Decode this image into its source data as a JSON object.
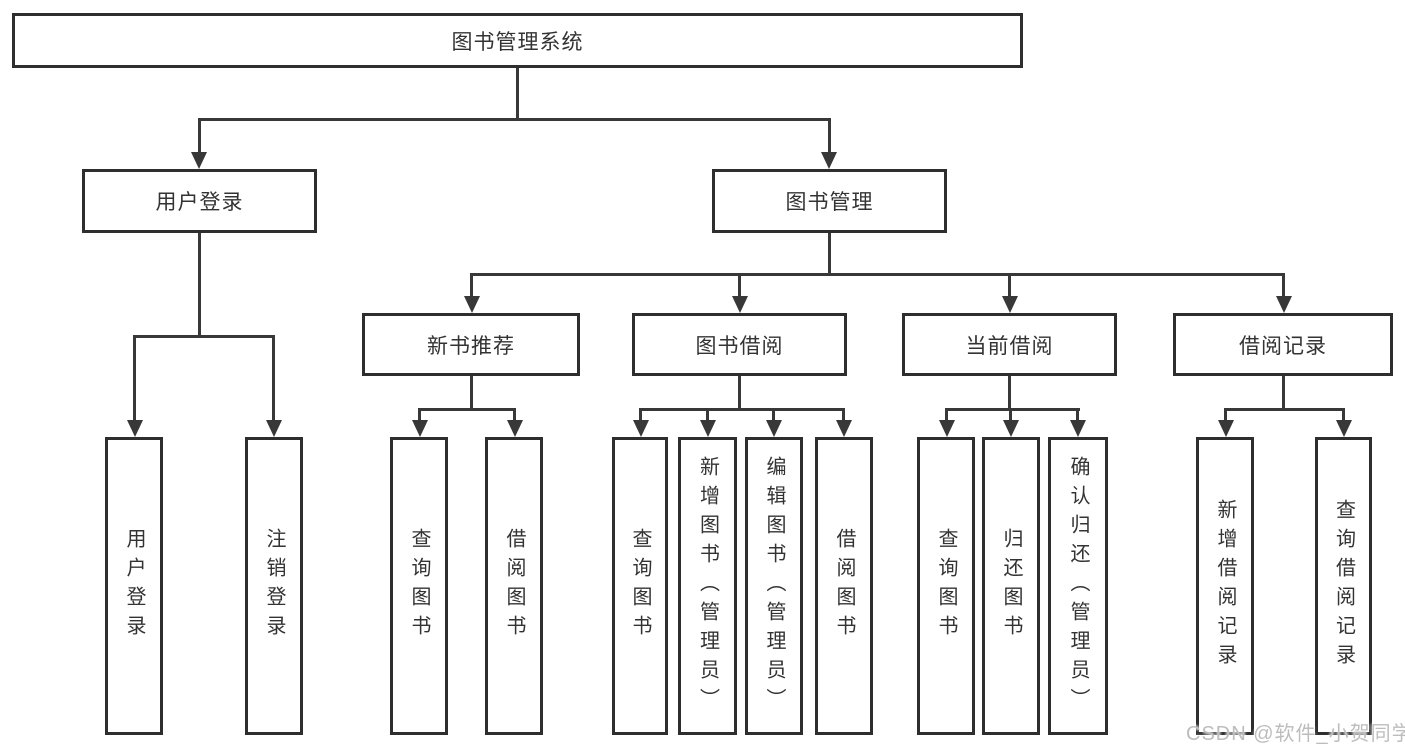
{
  "diagram": {
    "root": {
      "label": "图书管理系统"
    },
    "level2": [
      {
        "label": "用户登录"
      },
      {
        "label": "图书管理"
      }
    ],
    "level3": [
      {
        "label": "新书推荐"
      },
      {
        "label": "图书借阅"
      },
      {
        "label": "当前借阅"
      },
      {
        "label": "借阅记录"
      }
    ],
    "leaves": [
      {
        "group": "用户登录",
        "label": "用户登录"
      },
      {
        "group": "用户登录",
        "label": "注销登录"
      },
      {
        "group": "新书推荐",
        "label": "查询图书"
      },
      {
        "group": "新书推荐",
        "label": "借阅图书"
      },
      {
        "group": "图书借阅",
        "label": "查询图书"
      },
      {
        "group": "图书借阅",
        "label": "新增图书（管理员）"
      },
      {
        "group": "图书借阅",
        "label": "编辑图书（管理员）"
      },
      {
        "group": "图书借阅",
        "label": "借阅图书"
      },
      {
        "group": "当前借阅",
        "label": "查询图书"
      },
      {
        "group": "当前借阅",
        "label": "归还图书"
      },
      {
        "group": "当前借阅",
        "label": "确认归还（管理员）"
      },
      {
        "group": "借阅记录",
        "label": "新增借阅记录"
      },
      {
        "group": "借阅记录",
        "label": "查询借阅记录"
      }
    ]
  },
  "watermark": {
    "text": "CSDN @软件_小贺同学"
  },
  "colors": {
    "line": "#383838",
    "box_border": "#2e2e2e",
    "text": "#333333",
    "background": "#ffffff",
    "watermark": "#bdbdbd"
  }
}
